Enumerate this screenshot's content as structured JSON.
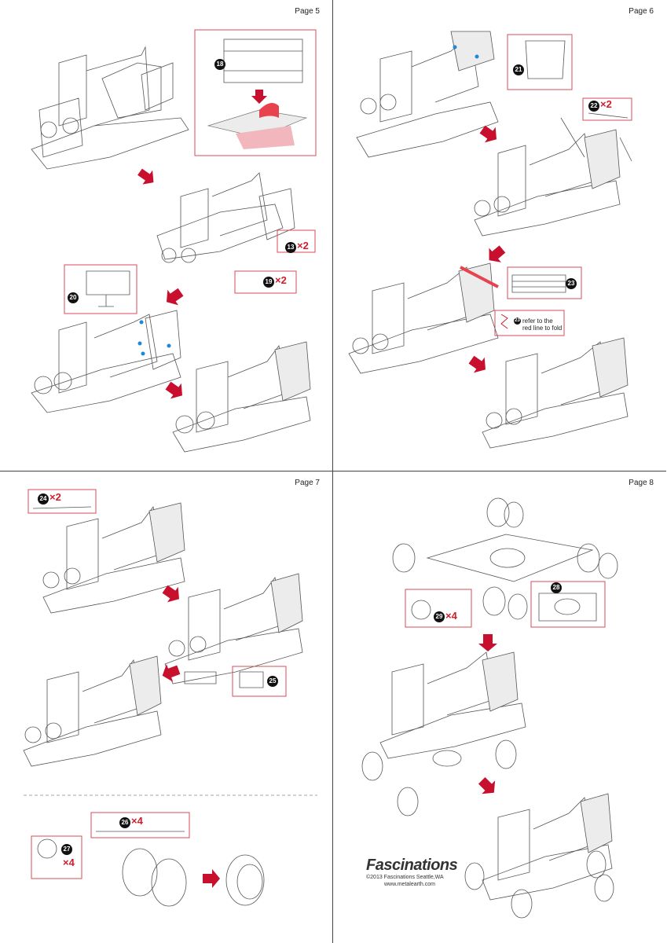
{
  "pages": [
    {
      "label": "Page 5"
    },
    {
      "label": "Page 6"
    },
    {
      "label": "Page 7"
    },
    {
      "label": "Page 8"
    }
  ],
  "steps": {
    "s18": "18",
    "s13": "13",
    "s13_qty": "×2",
    "s19": "19",
    "s19_qty": "×2",
    "s20": "20",
    "s21": "21",
    "s22": "22",
    "s22_qty": "×2",
    "s23": "23",
    "s23_note_num": "23",
    "s23_note": "refer to the red line to fold",
    "s24": "24",
    "s24_qty": "×2",
    "s25": "25",
    "s26": "26",
    "s26_qty": "×4",
    "s27": "27",
    "s27_qty": "×4",
    "s28": "28",
    "s29": "29",
    "s29_qty": "×4"
  },
  "brand": {
    "name": "Fascinations",
    "copyright": "©2013 Fascinations Seattle,WA",
    "website": "www.metalearth.com"
  },
  "colors": {
    "accent": "#d21c2c",
    "frame": "#d94b5a"
  }
}
